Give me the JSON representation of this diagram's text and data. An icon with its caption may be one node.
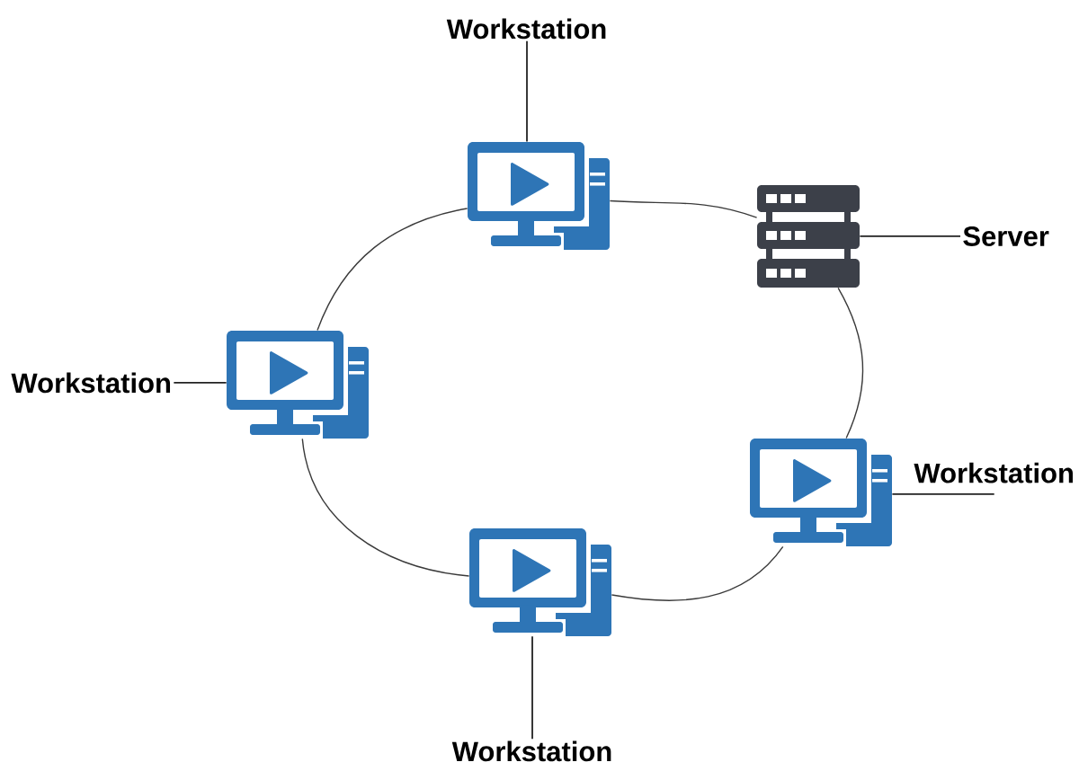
{
  "diagram": {
    "nodes": [
      {
        "text": [
          "Workstation"
        ]
      },
      {
        "text": [],
        "shape": "picture"
      },
      {
        "text": [],
        "shape": "picture"
      },
      {
        "text": [
          "Server"
        ]
      },
      {
        "text": [
          "Workstation"
        ]
      },
      {
        "text": [],
        "shape": "picture"
      },
      {
        "text": [],
        "shape": "picture"
      },
      {
        "text": [
          "Workstation"
        ]
      },
      {
        "text": [],
        "shape": "picture"
      },
      {
        "text": [
          "Workstation"
        ]
      }
    ],
    "edges": [
      {
        "from": 0,
        "to": 1,
        "arrow": "none"
      },
      {
        "from": 1,
        "to": 2,
        "arrow": "none"
      },
      {
        "from": 2,
        "to": 3,
        "arrow": "none"
      },
      {
        "from": 2,
        "to": 6,
        "arrow": "none"
      },
      {
        "from": 4,
        "to": 5,
        "arrow": "none"
      },
      {
        "from": 5,
        "to": 1,
        "arrow": "none"
      },
      {
        "from": 6,
        "to": 7,
        "arrow": "none"
      },
      {
        "from": 6,
        "to": 8,
        "arrow": "none"
      },
      {
        "from": 8,
        "to": 9,
        "arrow": "none"
      },
      {
        "from": 8,
        "to": 5,
        "arrow": "none"
      }
    ]
  }
}
